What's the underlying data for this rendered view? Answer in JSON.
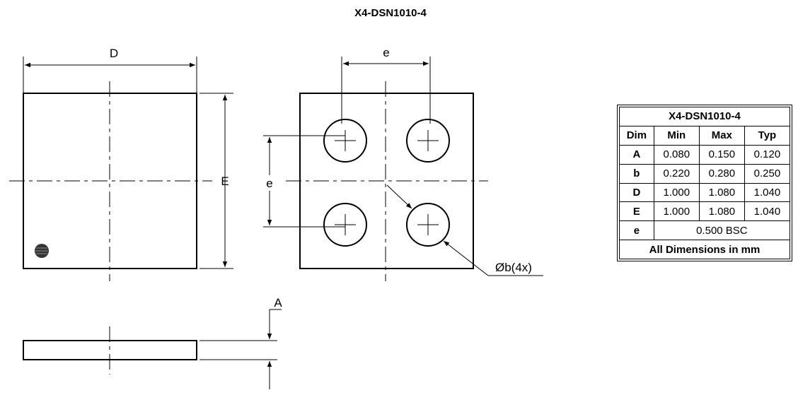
{
  "title": "X4-DSN1010-4",
  "labels": {
    "D": "D",
    "E": "E",
    "e_top": "e",
    "e_left": "e",
    "ball_dia": "Øb(4x)",
    "A": "A"
  },
  "table": {
    "header": "X4-DSN1010-4",
    "columns": [
      "Dim",
      "Min",
      "Max",
      "Typ"
    ],
    "rows": [
      {
        "dim": "A",
        "min": "0.080",
        "max": "0.150",
        "typ": "0.120"
      },
      {
        "dim": "b",
        "min": "0.220",
        "max": "0.280",
        "typ": "0.250"
      },
      {
        "dim": "D",
        "min": "1.000",
        "max": "1.080",
        "typ": "1.040"
      },
      {
        "dim": "E",
        "min": "1.000",
        "max": "1.080",
        "typ": "1.040"
      }
    ],
    "e_row": {
      "dim": "e",
      "value": "0.500 BSC"
    },
    "footer": "All Dimensions in mm"
  }
}
